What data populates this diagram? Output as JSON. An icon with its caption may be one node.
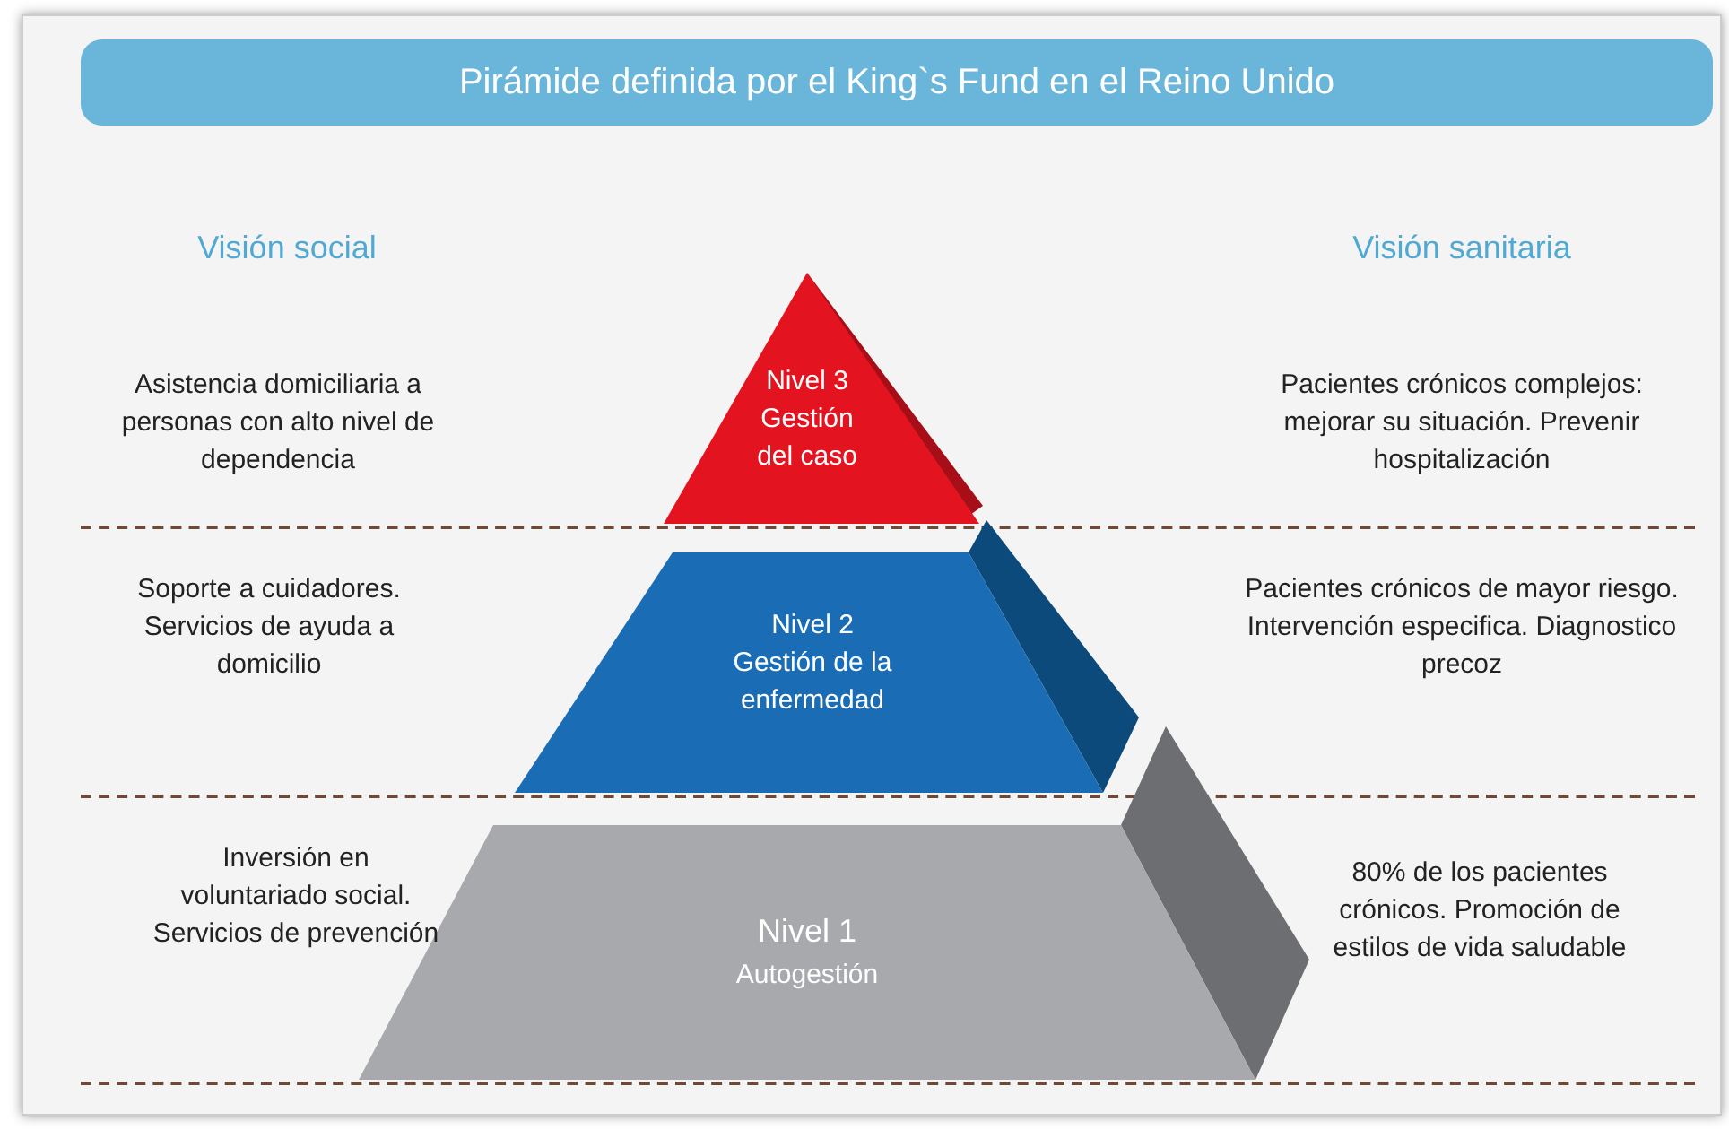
{
  "diagram": {
    "title": "Pirámide definida por el King`s Fund en el Reino Unido",
    "nodes": [
      {
        "text": [
          "Nivel 3",
          "Gestión del caso"
        ]
      },
      {
        "text": [
          "Nivel 2",
          "Gestión de la enfermedad"
        ]
      },
      {
        "text": [
          "Nivel 1",
          "Autogestión"
        ]
      }
    ],
    "labels": [
      "Visión social",
      "Visión sanitaria",
      "Asistencia domiciliaria a personas con alto nivel de dependencia",
      "Pacientes crónicos complejos: mejorar su situación. Prevenir hospitalización",
      "Soporte a cuidadores. Servicios de ayuda a domicilio",
      "Pacientes crónicos de mayor riesgo. Intervención especifica. Diagnostico precoz",
      "Inversión en voluntariado social. Servicios de prevención",
      "80% de los pacientes crónicos. Promoción de estilos de vida saludable"
    ]
  }
}
